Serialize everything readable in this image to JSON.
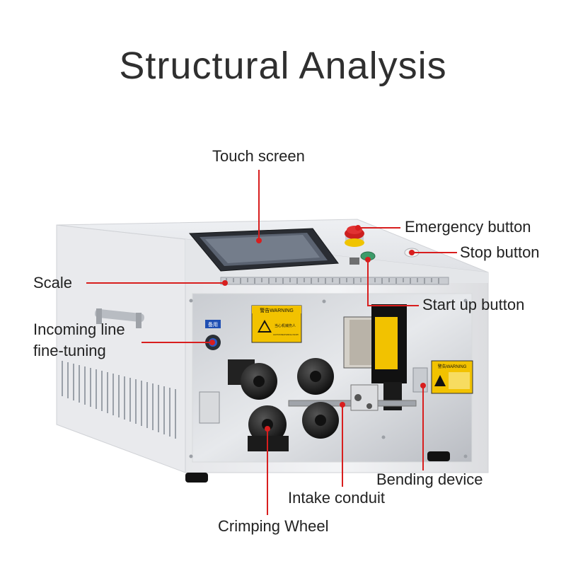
{
  "title": "Structural Analysis",
  "labels": {
    "touch_screen": "Touch screen",
    "emergency_button": "Emergency button",
    "stop_button": "Stop button",
    "scale": "Scale",
    "start_up_button": "Start up button",
    "incoming_line_1": "Incoming line",
    "incoming_line_2": "fine-tuning",
    "bending_device": "Bending device",
    "intake_conduit": "Intake conduit",
    "crimping_wheel": "Crimping Wheel"
  },
  "machine_text": {
    "warning_left": "警告WARNING",
    "warning_left_sub": "当心机械伤人",
    "warning_left_caution": "CAUTION MECHANICAL INJURY",
    "warning_right": "警告WARNING",
    "panel_badge": "备用"
  },
  "colors": {
    "leader": "#d81e1e",
    "dot": "#d81e1e",
    "title": "#2f2f2f",
    "warning_yellow": "#f2c200"
  }
}
